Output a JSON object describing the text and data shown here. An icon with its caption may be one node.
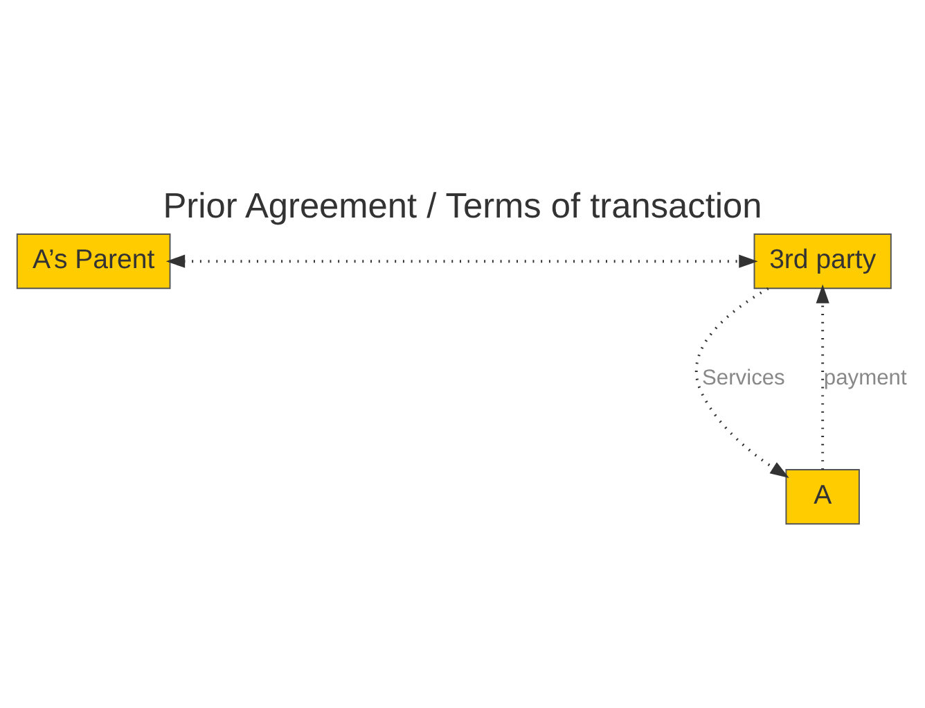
{
  "diagram": {
    "title": "Prior Agreement / Terms of transaction",
    "nodes": [
      {
        "text": [
          "A’s Parent"
        ]
      },
      {
        "text": [
          "3rd party"
        ]
      },
      {
        "text": [
          "A"
        ]
      }
    ],
    "edges": [
      {
        "from": 0,
        "to": 1,
        "arrow": "both",
        "style": "dashed"
      },
      {
        "from": 2,
        "to": 1,
        "arrow": "to",
        "style": "dashed",
        "label": "payment"
      },
      {
        "from": 1,
        "to": 2,
        "arrow": "to",
        "style": "dashed",
        "label": "Services"
      }
    ]
  }
}
